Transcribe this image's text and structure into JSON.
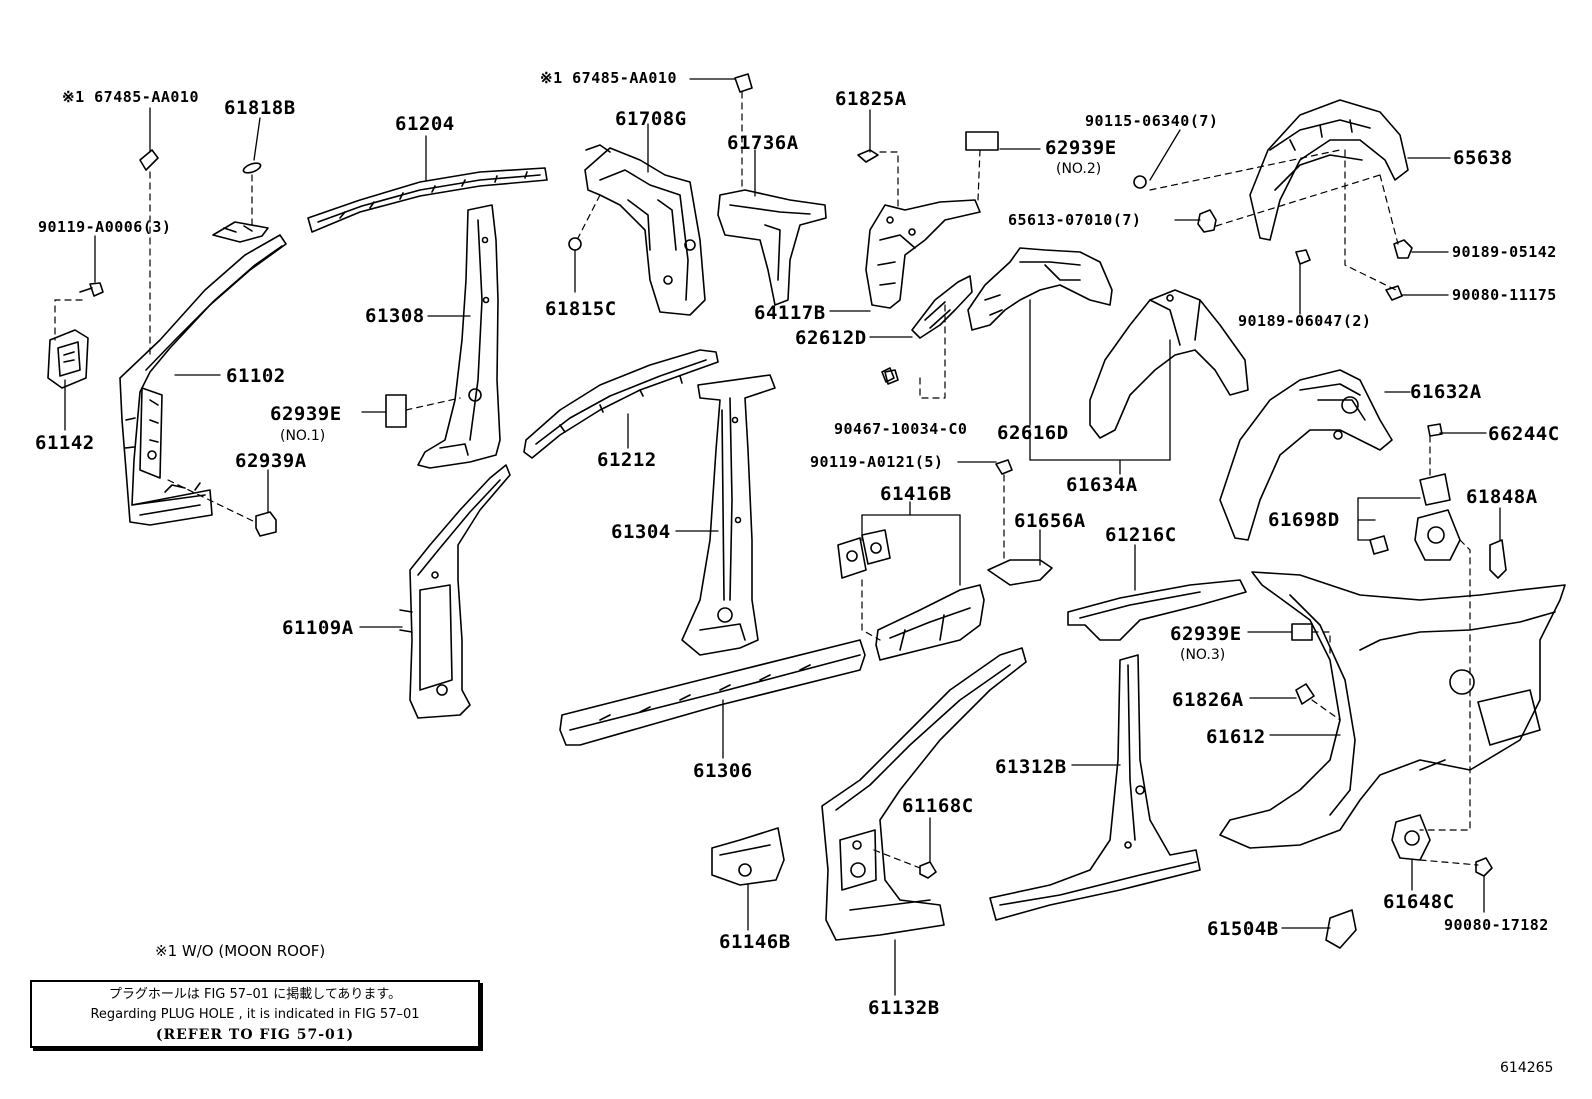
{
  "diagram": {
    "parts": {
      "p67485_left": "※1 67485-AA010",
      "p61818B": "61818B",
      "p90119_A0006": "90119-A0006(3)",
      "p61142": "61142",
      "p61102": "61102",
      "p61204": "61204",
      "p61308": "61308",
      "p62939E_1": "62939E",
      "p62939E_1_sub": "(NO.1)",
      "p62939A": "62939A",
      "p61109A": "61109A",
      "p67485_top": "※1 67485-AA010",
      "p61708G": "61708G",
      "p61815C": "61815C",
      "p61736A": "61736A",
      "p64117B": "64117B",
      "p61825A": "61825A",
      "p62939E_2": "62939E",
      "p62939E_2_sub": "(NO.2)",
      "p90115": "90115-06340(7)",
      "p65613": "65613-07010(7)",
      "p65638": "65638",
      "p90189_05142": "90189-05142",
      "p90080_11175": "90080-11175",
      "p90189_06047": "90189-06047(2)",
      "p62612D": "62612D",
      "p90467": "90467-10034-C0",
      "p62616D": "62616D",
      "p61634A": "61634A",
      "p61632A": "61632A",
      "p66244C": "66244C",
      "p61848A": "61848A",
      "p61698D": "61698D",
      "p61212": "61212",
      "p61304": "61304",
      "p61306": "61306",
      "p90119_A0121": "90119-A0121(5)",
      "p61416B": "61416B",
      "p61656A": "61656A",
      "p61216C": "61216C",
      "p62939E_3": "62939E",
      "p62939E_3_sub": "(NO.3)",
      "p61826A": "61826A",
      "p61612": "61612",
      "p61312B": "61312B",
      "p61168C": "61168C",
      "p61146B": "61146B",
      "p61132B": "61132B",
      "p61648C": "61648C",
      "p90080_17182": "90080-17182",
      "p61504B": "61504B"
    },
    "footnote": "※1 W/O (MOON ROOF)",
    "note": {
      "line1": "プラグホールは FIG 57–01 に掲載してあります。",
      "line2": "Regarding  PLUG  HOLE , it is indicated in  FIG  57–01",
      "line3": "(REFER TO FIG 57-01)"
    },
    "figure_number": "614265"
  }
}
